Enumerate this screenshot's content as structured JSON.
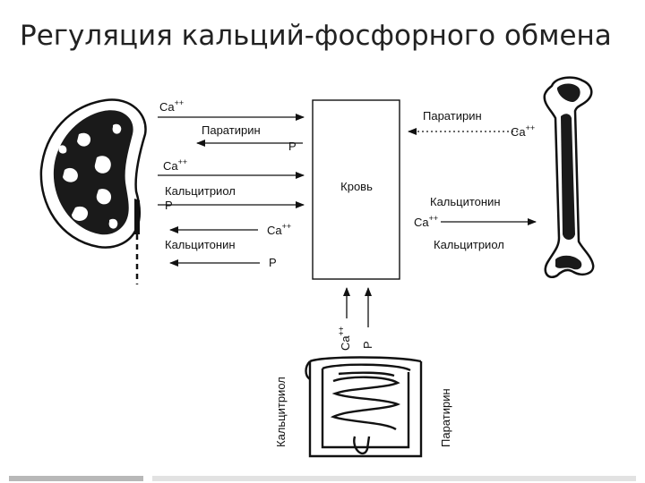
{
  "title": "Регуляция кальций-фосфорного обмена",
  "center_box": {
    "label": "Кровь"
  },
  "kidney_side": {
    "to_blood_1": {
      "ion": "Ca",
      "sup": "++"
    },
    "from_blood_1": "Паратирин",
    "from_blood_1_p": "P",
    "to_blood_2": {
      "ion": "Ca",
      "sup": "++"
    },
    "to_blood_3": "Кальцитриол",
    "to_blood_3_p": "P",
    "from_blood_2": {
      "ion": "Ca",
      "sup": "++"
    },
    "from_blood_3": "Кальцитонин",
    "from_blood_3_p": "P"
  },
  "bone_side": {
    "to_blood_label": "Паратирин",
    "to_blood_ion": {
      "ion": "Ca",
      "sup": "++"
    },
    "from_blood_label": "Кальцитонин",
    "from_blood_ion": {
      "ion": "Ca",
      "sup": "++"
    },
    "from_blood_label2": "Кальцитриол"
  },
  "gut_side": {
    "up_ion": {
      "ion": "Ca",
      "sup": "++"
    },
    "up_p": "P",
    "left_label": "Кальцитриол",
    "right_label": "Паратирин"
  },
  "colors": {
    "ink": "#111111",
    "title": "#222222",
    "dark_fill": "#1a1a1a"
  }
}
